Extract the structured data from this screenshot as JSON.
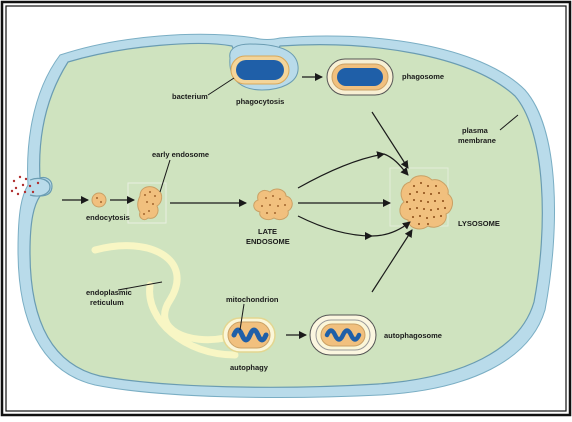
{
  "labels": {
    "bacterium": "bacterium",
    "phagocytosis": "phagocytosis",
    "phagosome": "phagosome",
    "plasma_membrane_line1": "plasma",
    "plasma_membrane_line2": "membrane",
    "early_endosome": "early endosome",
    "endocytosis": "endocytosis",
    "late_endosome_line1": "LATE",
    "late_endosome_line2": "ENDOSOME",
    "lysosome": "LYSOSOME",
    "endoplasmic_reticulum_line1": "endoplasmic",
    "endoplasmic_reticulum_line2": "reticulum",
    "mitochondrion": "mitochondrion",
    "autophagy": "autophagy",
    "autophagosome": "autophagosome"
  },
  "colors": {
    "cytoplasm": "#cfe3bf",
    "membrane": "#b9dbea",
    "membrane_edge": "#6a9cb2",
    "bacterium": "#1f5fa8",
    "vesicle_fill": "#f1c07e",
    "vesicle_edge": "#caa064",
    "granule": "#8a4a16",
    "er": "#f8f6c4",
    "arrow": "#1a1a1a"
  },
  "icons": [
    "cell-diagram",
    "bacterium-icon",
    "mitochondrion-icon",
    "lysosome-icon",
    "endosome-icon",
    "arrow-icon"
  ]
}
